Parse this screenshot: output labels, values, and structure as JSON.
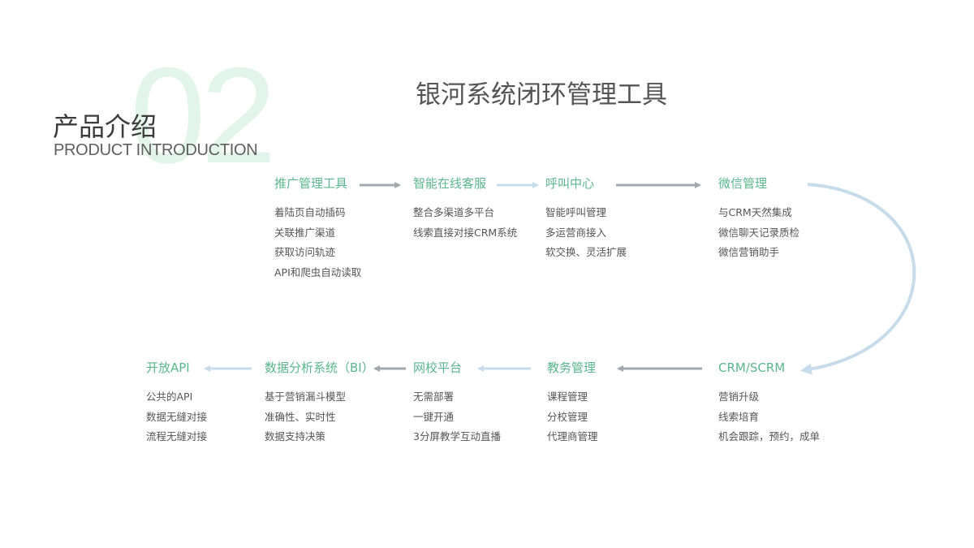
{
  "header": {
    "number": "02",
    "title_cn": "产品介绍",
    "title_en": "PRODUCT INTRODUCTION",
    "page_title": "银河系统闭环管理工具"
  },
  "flow": {
    "top": [
      {
        "title": "推广管理工具",
        "items": [
          "着陆页自动插码",
          "关联推广渠道",
          "获取访问轨迹",
          "API和爬虫自动读取"
        ]
      },
      {
        "title": "智能在线客服",
        "items": [
          "整合多渠道多平台",
          "线索直接对接CRM系统"
        ]
      },
      {
        "title": "呼叫中心",
        "items": [
          "智能呼叫管理",
          "多运营商接入",
          "软交换、灵活扩展"
        ]
      },
      {
        "title": "微信管理",
        "items": [
          "与CRM天然集成",
          "微信聊天记录质检",
          "微信营销助手"
        ]
      }
    ],
    "bottom": [
      {
        "title": "开放API",
        "items": [
          "公共的API",
          "数据无缝对接",
          "流程无缝对接"
        ]
      },
      {
        "title": "数据分析系统（BI）",
        "items": [
          "基于营销漏斗模型",
          "准确性、实时性",
          "数据支持决策"
        ]
      },
      {
        "title": "网校平台",
        "items": [
          "无需部署",
          "一键开通",
          "3分屏教学互动直播"
        ]
      },
      {
        "title": "教务管理",
        "items": [
          "课程管理",
          "分校管理",
          "代理商管理"
        ]
      },
      {
        "title": "CRM/SCRM",
        "items": [
          "营销升级",
          "线索培育",
          "机会跟踪，预约，成单"
        ]
      }
    ]
  },
  "colors": {
    "accent_green": "#5bb68f",
    "arrow_gray": "#a3a8ad",
    "arrow_light_blue": "#c6dceb",
    "number_tint": "#e2f4ec"
  }
}
